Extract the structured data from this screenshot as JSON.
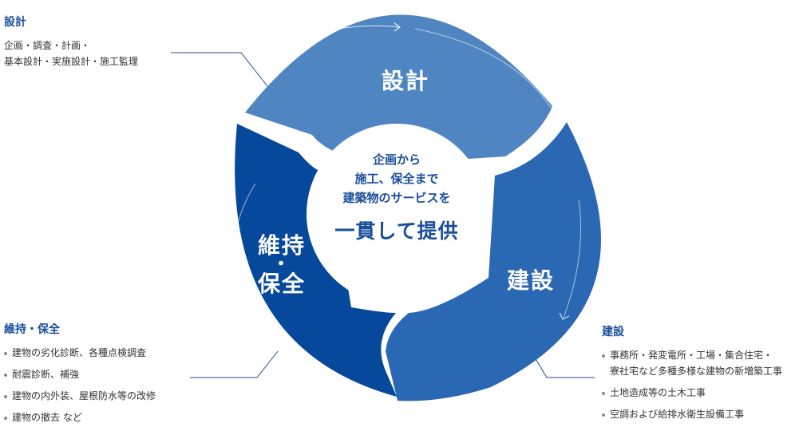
{
  "colors": {
    "design": "#4f86c1",
    "construction": "#2a68b4",
    "maintenance": "#06489c",
    "title": "#1a4e9a",
    "leader": "#1f4a8c",
    "center": "#ffffff"
  },
  "cycle": {
    "design_label": "設計",
    "construction_label": "建設",
    "maintenance_label_line1": "維持",
    "maintenance_label_dot": "・",
    "maintenance_label_line2": "保全"
  },
  "center": {
    "line1": "企画から",
    "line2": "施工、保全まで",
    "line3": "建築物のサービスを",
    "line4": "一貫して提供"
  },
  "design_panel": {
    "title": "設計",
    "line1": "企画・調査・計画・",
    "line2": "基本設計・実施設計・施工監理"
  },
  "maintenance_panel": {
    "title": "維持・保全",
    "items": [
      "建物の劣化診断、各種点検調査",
      "耐震診断、補強",
      "建物の内外装、屋根防水等の改修",
      "建物の撤去 など"
    ]
  },
  "construction_panel": {
    "title": "建設",
    "items": [
      "事務所・発変電所・工場・集合住宅・\n寮社宅など多種多様な建物の新増築工事",
      "土地造成等の土木工事",
      "空調および給排水衛生設備工事"
    ]
  }
}
